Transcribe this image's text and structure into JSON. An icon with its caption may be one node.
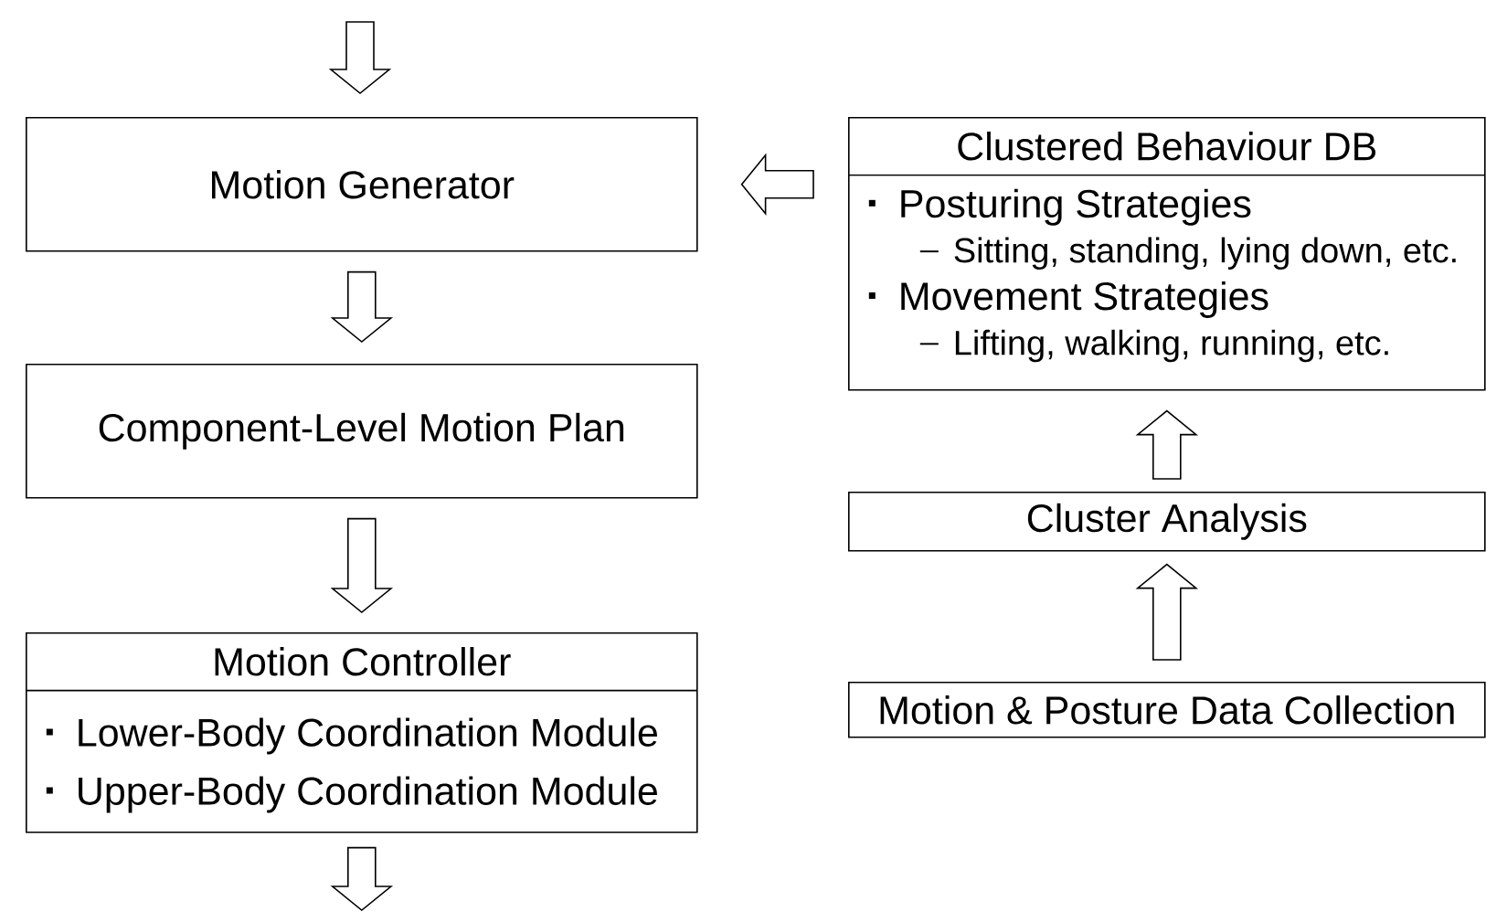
{
  "diagram": {
    "nodes": [
      {
        "text": [
          "Motion Generator"
        ]
      },
      {
        "text": [
          "Component-Level Motion Plan"
        ]
      },
      {
        "text": [
          "Motion Controller",
          "Lower-Body Coordination Module",
          "Upper-Body Coordination Module"
        ]
      },
      {
        "text": [
          "Clustered Behaviour DB",
          "Posturing Strategies",
          "Sitting, standing, lying down, etc.",
          "Movement Strategies",
          "Lifting, walking, running, etc."
        ]
      },
      {
        "text": [
          "Cluster Analysis"
        ]
      },
      {
        "text": [
          "Motion & Posture Data Collection"
        ]
      }
    ],
    "edges": [
      {
        "from": null,
        "to": 0,
        "arrow": "to"
      },
      {
        "from": 0,
        "to": 1,
        "arrow": "to"
      },
      {
        "from": 1,
        "to": 2,
        "arrow": "to"
      },
      {
        "from": 2,
        "to": null,
        "arrow": "to"
      },
      {
        "from": 3,
        "to": 0,
        "arrow": "to"
      },
      {
        "from": 4,
        "to": 3,
        "arrow": "to"
      },
      {
        "from": 5,
        "to": 4,
        "arrow": "to"
      }
    ]
  }
}
